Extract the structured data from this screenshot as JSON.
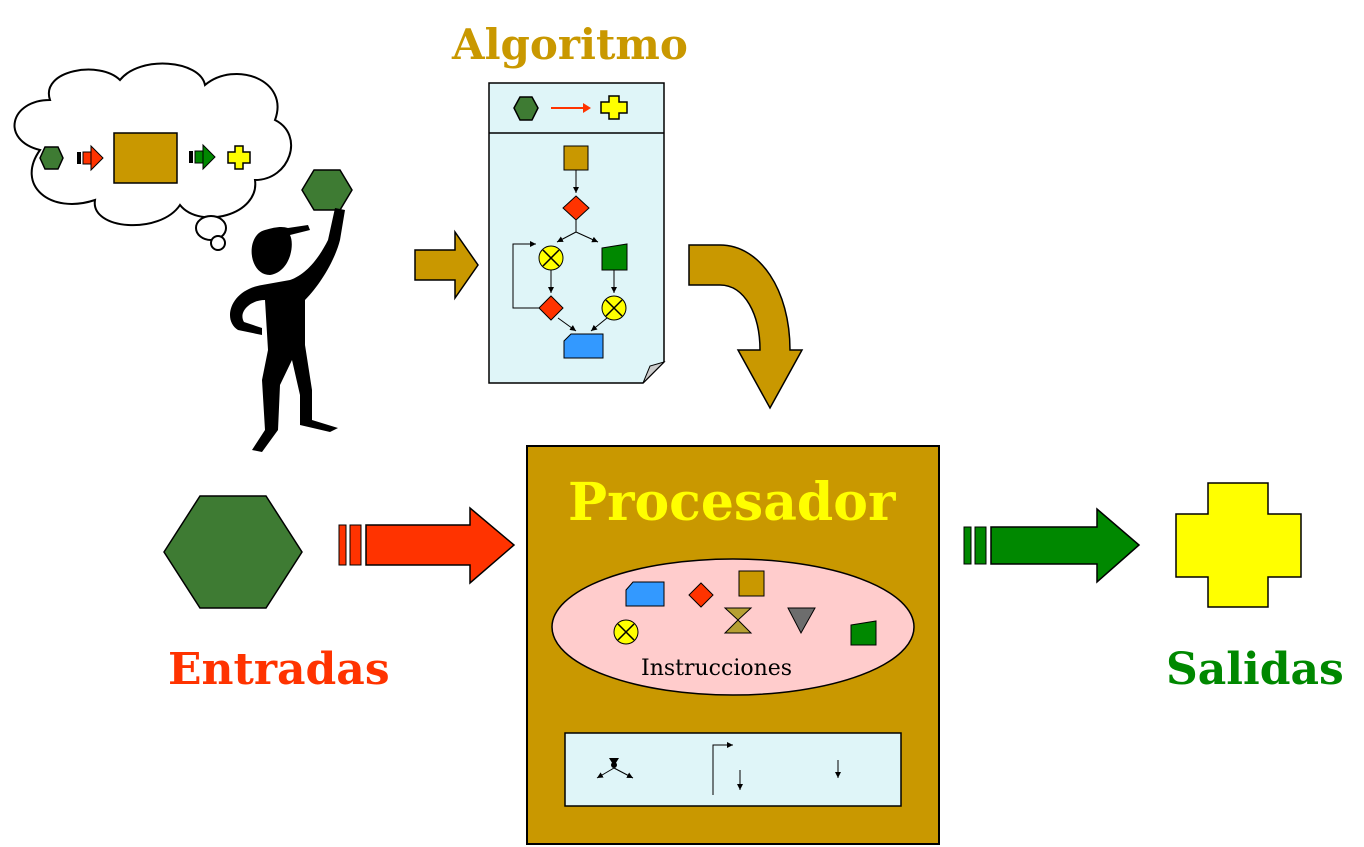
{
  "title": "Algoritmo",
  "processor_label": "Procesador",
  "inputs_label": "Entradas",
  "outputs_label": "Salidas",
  "instructions_label": "Instrucciones",
  "colors": {
    "gold": "#c99800",
    "green_dark": "#3e7b33",
    "red_orange": "#ff3300",
    "green": "#008800",
    "yellow": "#ffff00",
    "title_gold": "#c99800",
    "processor_text": "#ffff00",
    "entradas_text": "#ff3300",
    "salidas_text": "#008800",
    "doc_fill": "#dff5f8",
    "ellipse_fill": "#ffcccc",
    "blue": "#3399ff"
  }
}
